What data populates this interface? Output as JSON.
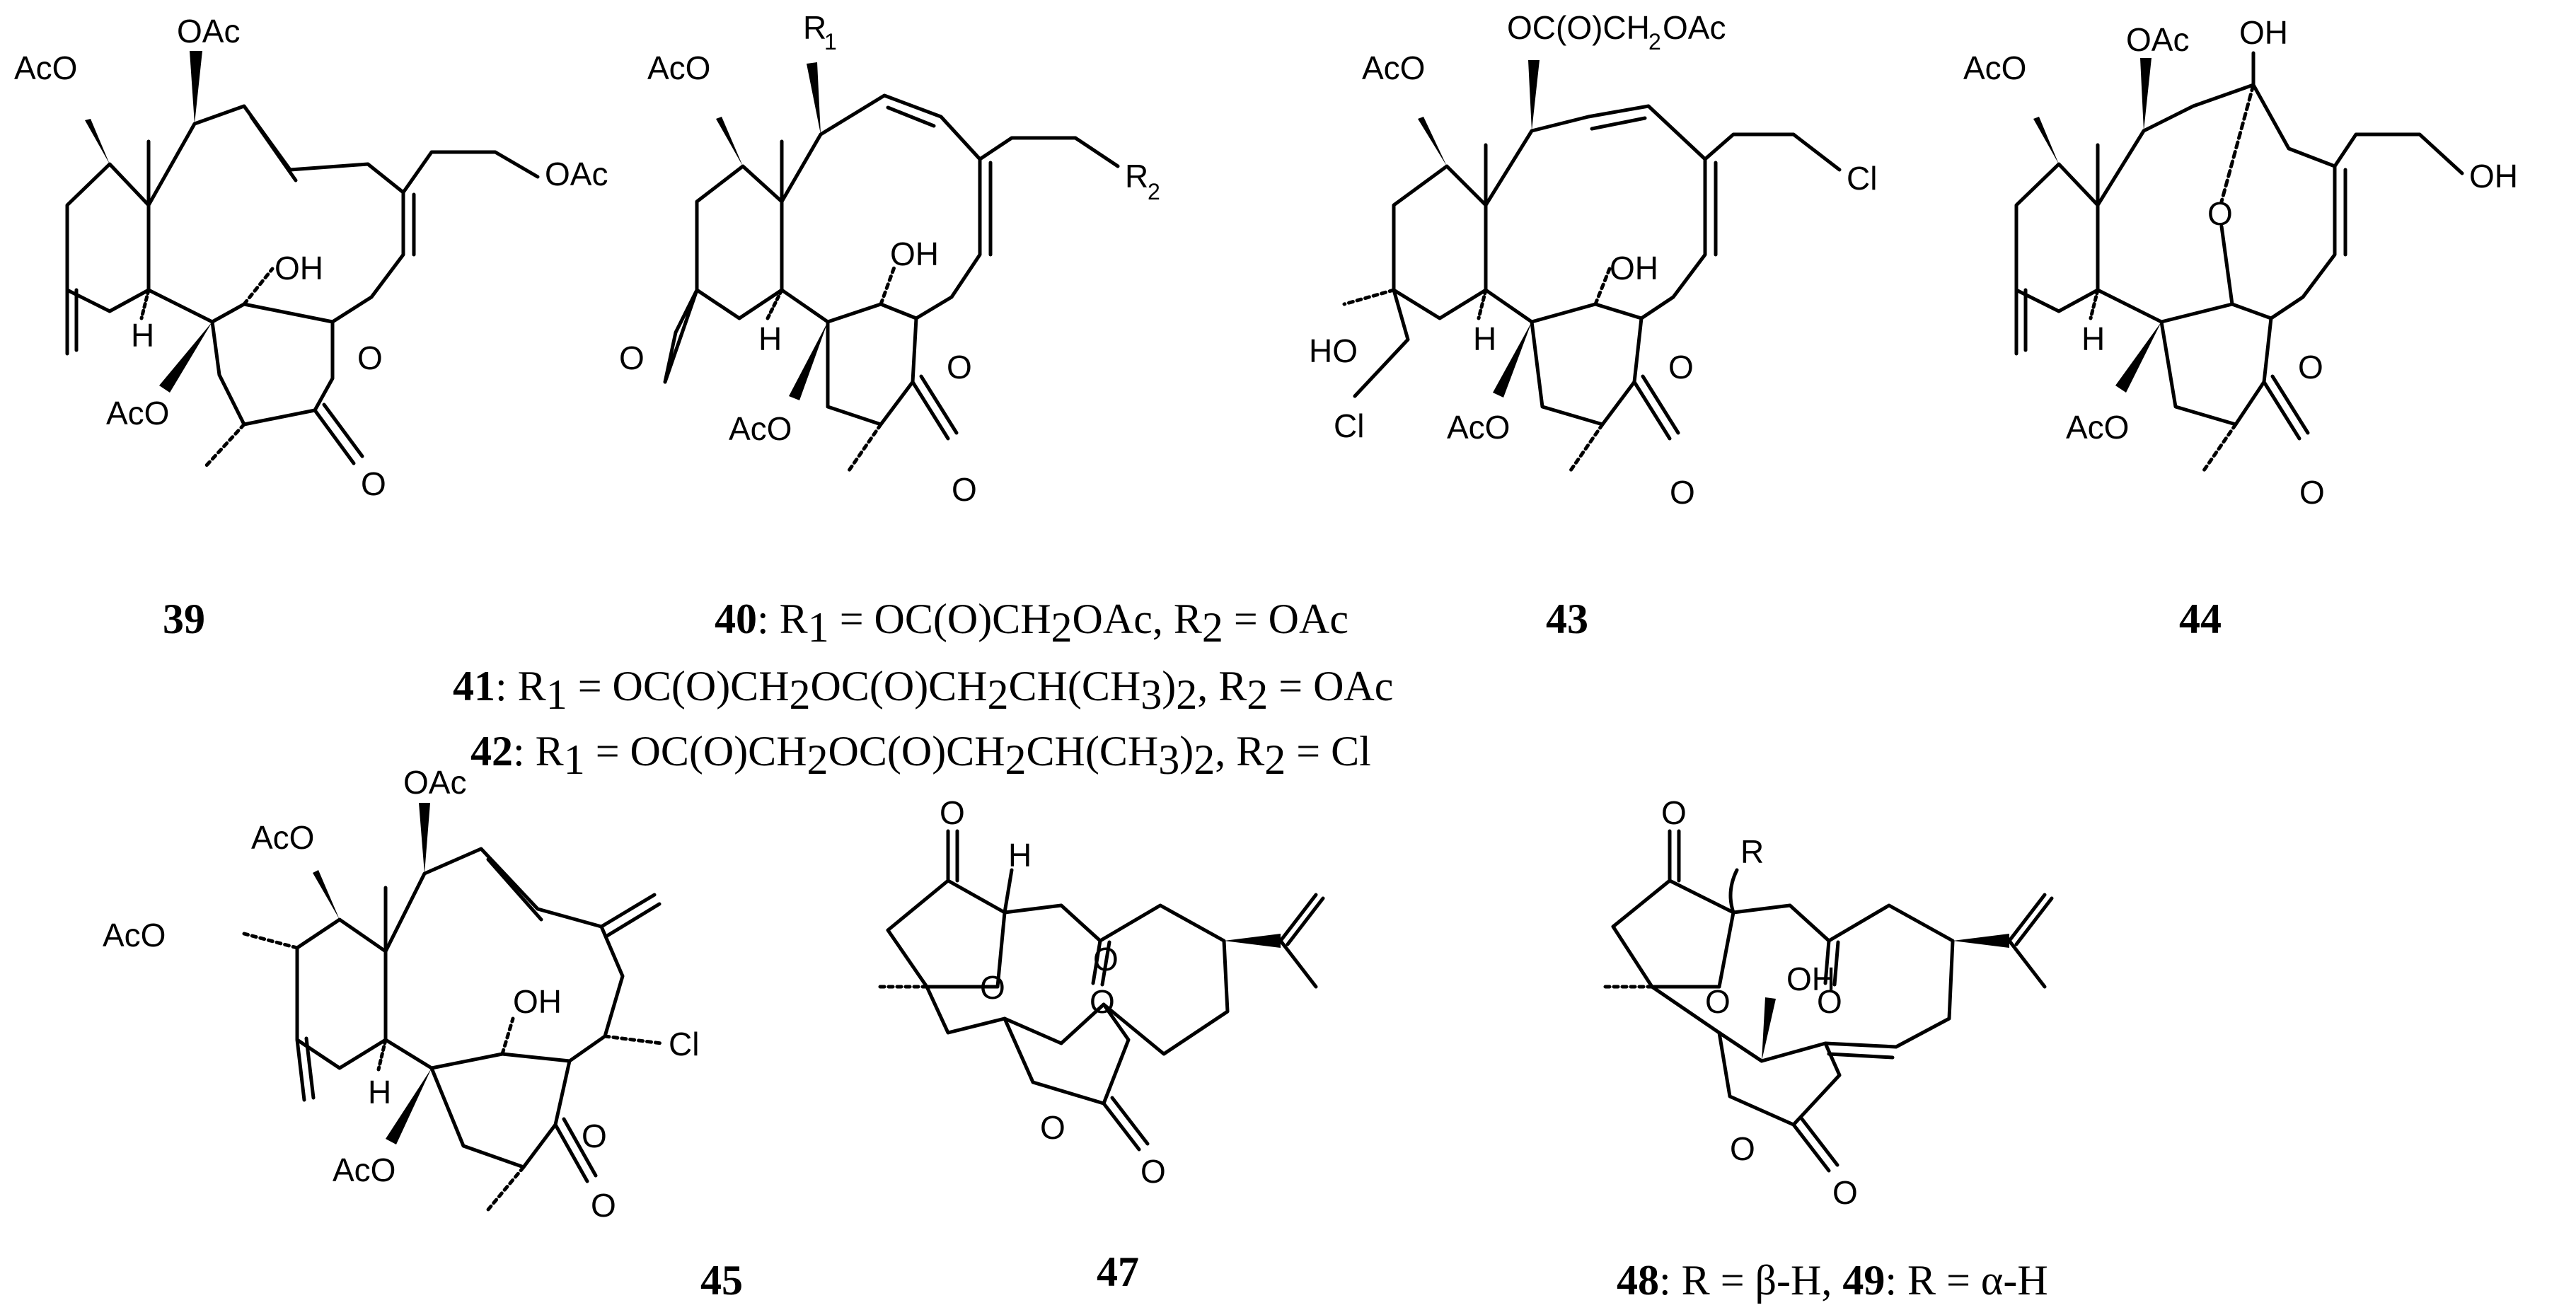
{
  "compounds": {
    "c39": {
      "number": "39",
      "labels": {
        "a1": "AcO",
        "a2": "OAc",
        "a3": "OAc",
        "a4": "OH",
        "a5": "H",
        "a6": "AcO",
        "a7": "O",
        "a8": "O"
      }
    },
    "c40": {
      "number": "40",
      "labels": {
        "a1": "AcO",
        "a2": "R",
        "a2s": "1",
        "a3": "R",
        "a3s": "2",
        "a4": "OH",
        "a5": "H",
        "a6": "AcO",
        "a7": "O",
        "a8": "O",
        "a9": "O"
      }
    },
    "c43": {
      "number": "43",
      "labels": {
        "a1": "AcO",
        "a2": "OC(O)CH",
        "a2s": "2",
        "a2t": "OAc",
        "a3": "Cl",
        "a4": "OH",
        "a5": "H",
        "a6": "HO",
        "a7": "Cl",
        "a8": "AcO",
        "a9": "O",
        "a10": "O"
      }
    },
    "c44": {
      "number": "44",
      "labels": {
        "a1": "AcO",
        "a2": "OAc",
        "a3": "OH",
        "a4": "OH",
        "a5": "O",
        "a6": "H",
        "a7": "AcO",
        "a8": "O",
        "a9": "O"
      }
    },
    "c45": {
      "number": "45",
      "labels": {
        "a1": "AcO",
        "a2": "AcO",
        "a3": "OAc",
        "a4": "OH",
        "a5": "H",
        "a6": "Cl",
        "a7": "AcO",
        "a8": "O",
        "a9": "O"
      }
    },
    "c47": {
      "number": "47",
      "labels": {
        "a1": "O",
        "a2": "H",
        "a3": "O",
        "a4": "O",
        "a5": "O",
        "a6": "O",
        "a7": "O"
      }
    },
    "c48": {
      "number": "48",
      "labels": {
        "a1": "O",
        "a2": "R",
        "a3": "O",
        "a4": "OH",
        "a5": "O",
        "a6": "O",
        "a7": "O"
      }
    }
  },
  "captions": {
    "l40": {
      "num": "40",
      "t1": ": R",
      "s1": "1",
      "t2": " = OC(O)CH",
      "s2": "2",
      "t3": "OAc, R",
      "s3": "2",
      "t4": " = OAc"
    },
    "l41": {
      "num": "41",
      "t1": ": R",
      "s1": "1",
      "t2": " = OC(O)CH",
      "s2": "2",
      "t3": "OC(O)CH",
      "s3": "2",
      "t4": "CH(CH",
      "s4": "3",
      "t5": ")",
      "s5": "2",
      "t6": ", R",
      "s6": "2",
      "t7": " = OAc"
    },
    "l42": {
      "num": "42",
      "t1": ": R",
      "s1": "1",
      "t2": " = OC(O)CH",
      "s2": "2",
      "t3": "OC(O)CH",
      "s3": "2",
      "t4": "CH(CH",
      "s4": "3",
      "t5": ")",
      "s5": "2",
      "t6": ", R",
      "s6": "2",
      "t7": " = Cl"
    },
    "l48": {
      "num1": "48",
      "t1": ": R = ",
      "t2": "β-H, ",
      "num2": "49",
      "t3": ": R = ",
      "t4": "α-H"
    }
  }
}
